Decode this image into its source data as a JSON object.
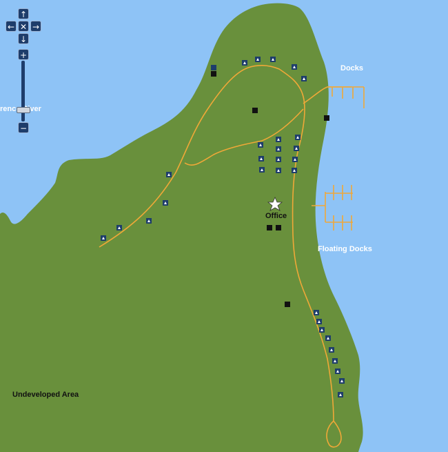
{
  "labels": {
    "docks": "Docks",
    "floating_docks": "Floating Docks",
    "office": "Office",
    "undeveloped": "Undeveloped Area",
    "river": "rence River"
  },
  "controls": {
    "pan_up": "↑",
    "pan_down": "↓",
    "pan_left": "←",
    "pan_right": "→",
    "pan_center": "✕",
    "zoom_in": "+",
    "zoom_out": "−"
  },
  "colors": {
    "water": "#8ec3f6",
    "land": "#69903c",
    "trail": "#f0a838",
    "icon_bg": "#1e3d6b"
  },
  "icons": {
    "campsite": "campsite-icon",
    "office_star": "star-icon",
    "building": "building-icon",
    "restroom": "restroom-icon",
    "vehicle": "vehicle-icon"
  }
}
